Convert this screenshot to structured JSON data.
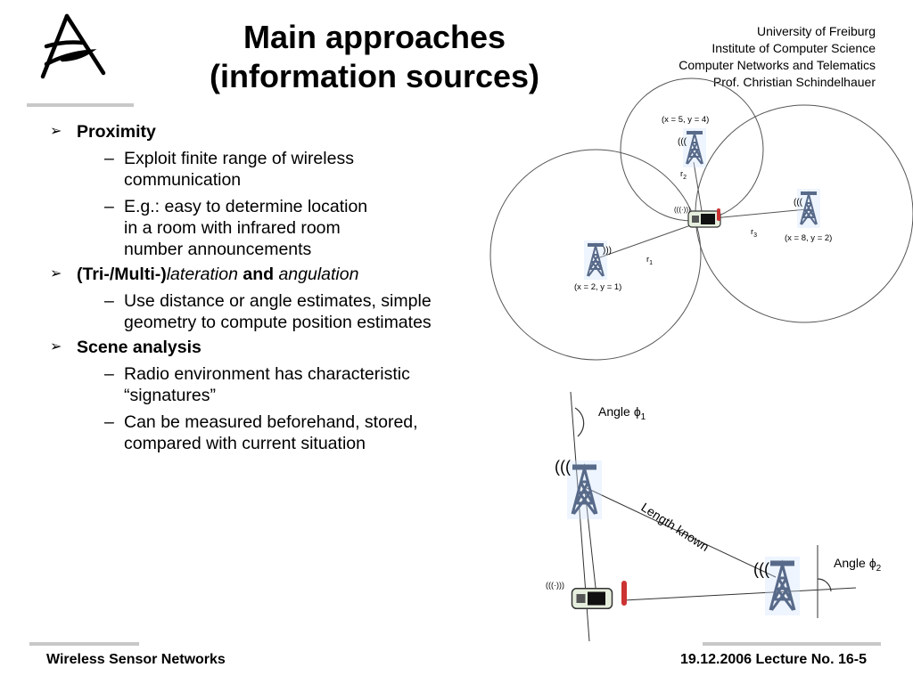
{
  "slide": {
    "title_line1": "Main approaches",
    "title_line2": "(information sources)"
  },
  "institution": {
    "lines": [
      "University of Freiburg",
      "Institute of Computer Science",
      "Computer Networks and Telematics",
      "Prof. Christian Schindelhauer"
    ]
  },
  "content": {
    "proximity": {
      "heading": "Proximity",
      "sub1": [
        "Exploit finite range of wireless",
        "communication"
      ],
      "sub2": [
        "E.g.: easy to determine location",
        "in a room with infrared room",
        "number announcements"
      ]
    },
    "lateration": {
      "heading_bold": "(Tri-/Multi-)",
      "heading_italic1": "lateration",
      "heading_and": " and ",
      "heading_italic2": "angulation",
      "sub1": [
        "Use distance or angle estimates, simple",
        "geometry to compute position estimates"
      ]
    },
    "scene": {
      "heading": "Scene analysis",
      "sub1": [
        "Radio environment has characteristic",
        "“signatures”"
      ],
      "sub2": [
        "Can be measured beforehand, stored,",
        "compared with current situation"
      ]
    },
    "bullet_marker": "➢",
    "dash_marker": "–"
  },
  "diagram_top": {
    "node_a": "(x = 5, y = 4)",
    "node_b": "(x = 8, y = 2)",
    "node_c": "(x = 2, y = 1)",
    "radius_labels": [
      "r",
      "r",
      "r"
    ],
    "radius_subs": [
      "2",
      "3",
      "1"
    ]
  },
  "diagram_bottom": {
    "angle_word": "Angle",
    "phi": "ϕ",
    "angle1_sub": "1",
    "angle2_sub": "2",
    "length_label": "Length known"
  },
  "footer": {
    "left": "Wireless Sensor Networks",
    "right": "19.12.2006 Lecture No. 16-5"
  }
}
